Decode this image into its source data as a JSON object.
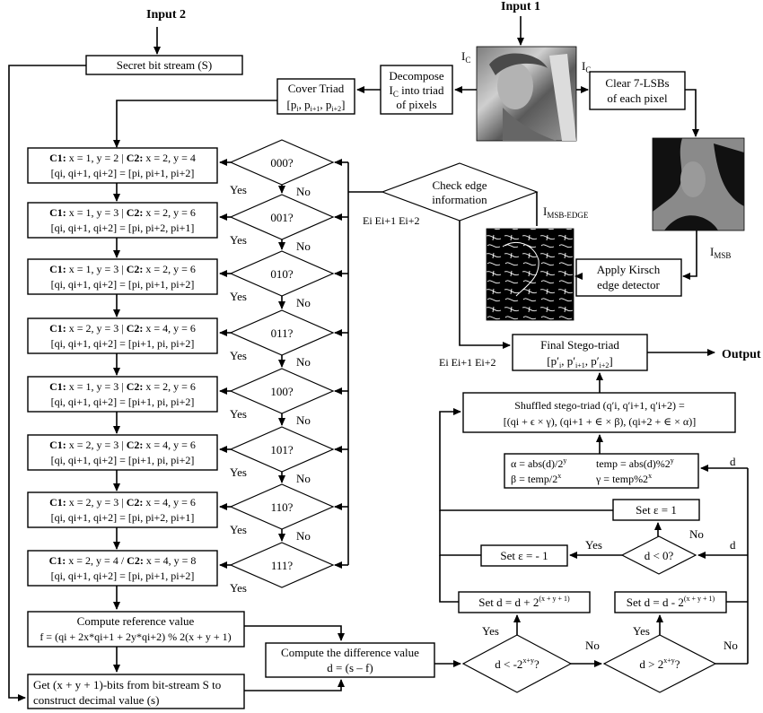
{
  "inputs": {
    "input1": "Input 1",
    "input2": "Input 2",
    "output": "Output"
  },
  "boxes": {
    "secret": "Secret bit stream (S)",
    "decompose": [
      "Decompose",
      "I",
      "C",
      " into triad",
      "of pixels"
    ],
    "cover_triad": [
      "Cover Triad",
      "[p",
      "i",
      ", p",
      "i+1",
      ", p",
      "i+2",
      "]"
    ],
    "clear_lsb": [
      "Clear 7-LSBs",
      "of each pixel"
    ],
    "kirsch": [
      "Apply Kirsch",
      "edge detector"
    ],
    "check_edge": [
      "Check edge",
      "information"
    ],
    "final": [
      "Final Stego-triad",
      "[p′",
      "i",
      ", p′",
      "i+1",
      ", p′",
      "i+2",
      "]"
    ],
    "shuffled_1": "Shuffled stego-triad (q′i, q′i+1, q′i+2) =",
    "shuffled_2": "[(qi + ϵ × γ), (qi+1 + ∈ × β), (qi+2 + ∈ × α)]",
    "alpha": "α = abs(d)/2",
    "alpha_sup": "y",
    "temp": "temp = abs(d)%2",
    "temp_sup": "y",
    "beta": "β = temp/2",
    "beta_sup": "x",
    "gamma": "γ = temp%2",
    "gamma_sup": "x",
    "set_eps_pos": "Set ε =  1",
    "set_eps_neg": "Set ε = - 1",
    "set_d_plus": "Set d = d + 2",
    "set_d_plus_sup": "(x + y + 1)",
    "set_d_minus": "Set d = d - 2",
    "set_d_minus_sup": "(x + y + 1)",
    "compute_ref_1": "Compute reference value",
    "compute_ref_2": "f = (qi + 2x*qi+1 + 2y*qi+2) % 2(x + y + 1)",
    "compute_diff_1": "Compute the difference value",
    "compute_diff_2": "d = (s – f)",
    "get_bits_1": "Get (x + y + 1)-bits from bit-stream S to",
    "get_bits_2": "construct decimal value (s)"
  },
  "cases": [
    {
      "c1": "x = 1, y = 2",
      "c2": "x = 2, y = 4",
      "triad": "[qi, qi+1, qi+2] = [pi, pi+1, pi+2]"
    },
    {
      "c1": "x = 1, y = 3",
      "c2": "x = 2, y = 6",
      "triad": "[qi, qi+1, qi+2] = [pi, pi+2, pi+1]"
    },
    {
      "c1": "x = 1, y = 3",
      "c2": "x = 2, y = 6",
      "triad": "[qi, qi+1, qi+2] = [pi, pi+1, pi+2]"
    },
    {
      "c1": "x = 2, y = 3",
      "c2": "x = 4, y = 6",
      "triad": "[qi, qi+1, qi+2] = [pi+1, pi, pi+2]"
    },
    {
      "c1": "x = 1, y = 3",
      "c2": "x = 2, y = 6",
      "triad": "[qi, qi+1, qi+2] = [pi+1, pi, pi+2]"
    },
    {
      "c1": "x = 2, y = 3",
      "c2": "x = 4, y = 6",
      "triad": "[qi, qi+1, qi+2] = [pi+1, pi, pi+2]"
    },
    {
      "c1": "x = 2, y = 3",
      "c2": "x = 4, y = 6",
      "triad": "[qi, qi+1, qi+2] = [pi, pi+2, pi+1]"
    },
    {
      "c1": "x = 2, y = 4",
      "c2": "x = 4, y = 8",
      "triad": "[qi, qi+1, qi+2] = [pi, pi+1, pi+2]"
    }
  ],
  "case_prefix": {
    "c1": "C1:",
    "c2": "C2:",
    "sep": " | ",
    "sep_last": " / "
  },
  "decisions": [
    "000?",
    "001?",
    "010?",
    "011?",
    "100?",
    "101?",
    "110?",
    "111?"
  ],
  "decision_d_neg": "d < 0?",
  "decision_d_low": "d < -2",
  "decision_d_low_sup": "x+y",
  "decision_d_high": "d > 2",
  "decision_d_high_sup": "x+y",
  "decision_q": "?",
  "labels": {
    "yes": "Yes",
    "no": "No",
    "d": "d",
    "ic": "I",
    "ic_sub": "C",
    "imsb": "I",
    "imsb_sub": "MSB",
    "imsb_edge": "I",
    "imsb_edge_sub": "MSB-EDGE",
    "edges": "Ei Ei+1 Ei+2"
  },
  "images": {
    "cover": "cover-image",
    "msb": "msb-image",
    "edge": "edge-image"
  }
}
